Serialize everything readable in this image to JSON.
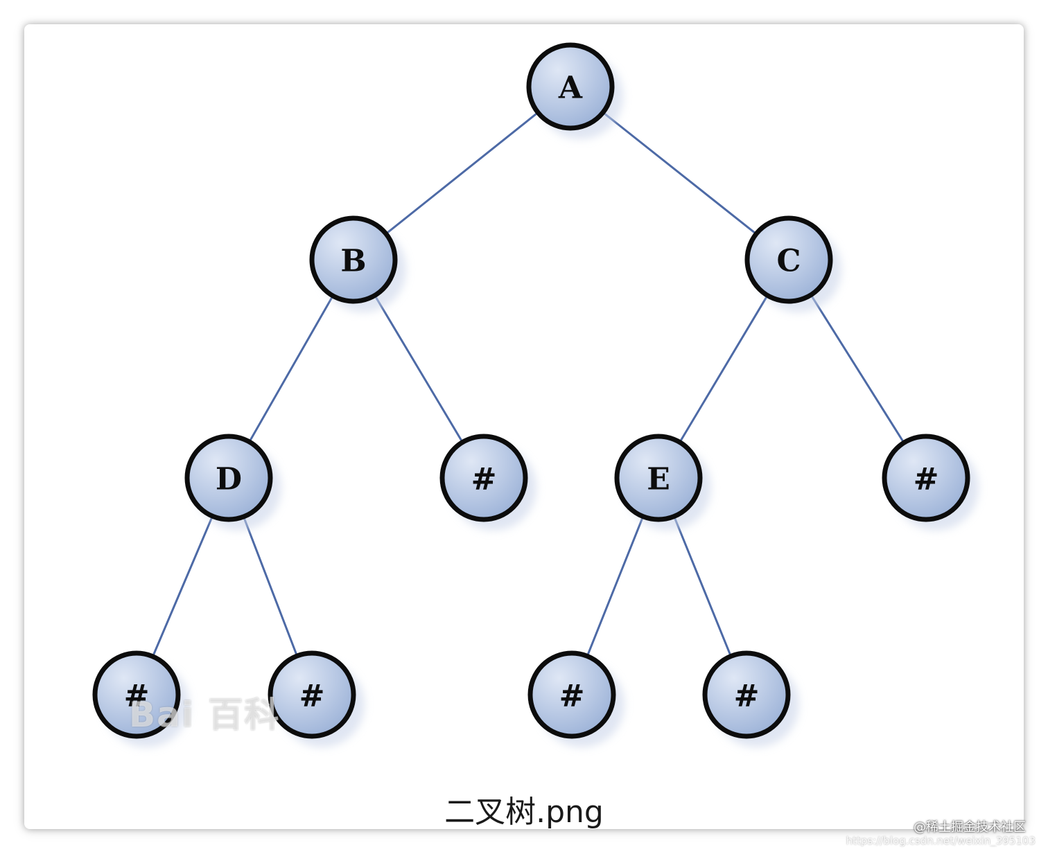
{
  "diagram": {
    "colors": {
      "node_fill_light": "#dfe7f5",
      "node_fill_dark": "#9db3d8",
      "node_stroke": "#0c0c0c",
      "edge": "#4d6aa6"
    },
    "nodes": [
      {
        "id": "A",
        "label": "A"
      },
      {
        "id": "B",
        "label": "B"
      },
      {
        "id": "C",
        "label": "C"
      },
      {
        "id": "D",
        "label": "D"
      },
      {
        "id": "B_right",
        "label": "#"
      },
      {
        "id": "E",
        "label": "E"
      },
      {
        "id": "C_right",
        "label": "#"
      },
      {
        "id": "D_left",
        "label": "#"
      },
      {
        "id": "D_right",
        "label": "#"
      },
      {
        "id": "E_left",
        "label": "#"
      },
      {
        "id": "E_right",
        "label": "#"
      }
    ],
    "edges": [
      {
        "from": "A",
        "to": "B"
      },
      {
        "from": "A",
        "to": "C"
      },
      {
        "from": "B",
        "to": "D"
      },
      {
        "from": "B",
        "to": "B_right"
      },
      {
        "from": "C",
        "to": "E"
      },
      {
        "from": "C",
        "to": "C_right"
      },
      {
        "from": "D",
        "to": "D_left"
      },
      {
        "from": "D",
        "to": "D_right"
      },
      {
        "from": "E",
        "to": "E_left"
      },
      {
        "from": "E",
        "to": "E_right"
      }
    ]
  },
  "caption": "二叉树.png",
  "watermark": "Bai 百科",
  "site_credit": "@稀土掘金技术社区",
  "url_credit": "https://blog.csdn.net/weixin_395103"
}
